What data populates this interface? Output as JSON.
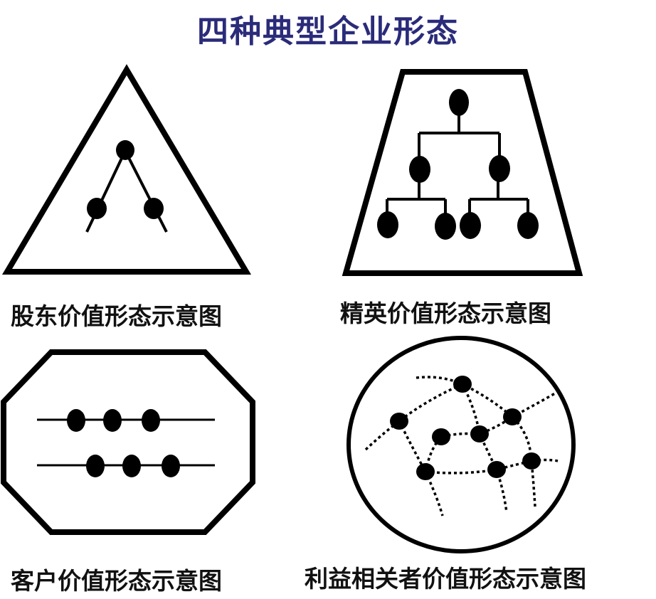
{
  "title": "四种典型企业形态",
  "colors": {
    "title": "#2b2b7a",
    "ink": "#000000",
    "background": "#ffffff"
  },
  "panels": [
    {
      "id": "shareholder",
      "caption": "股东价值形态示意图",
      "shape": "triangle"
    },
    {
      "id": "elite",
      "caption": "精英价值形态示意图",
      "shape": "trapezoid"
    },
    {
      "id": "customer",
      "caption": "客户价值形态示意图",
      "shape": "octagon"
    },
    {
      "id": "stakeholder",
      "caption": "利益相关者价值形态示意图",
      "shape": "circle"
    }
  ]
}
